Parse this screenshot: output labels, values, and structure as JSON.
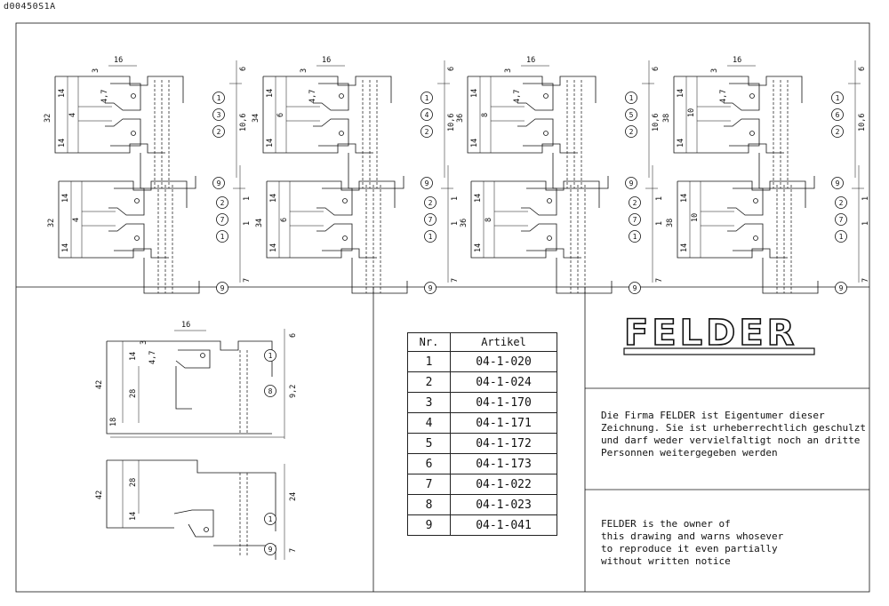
{
  "drawing_code": "d00450S1A",
  "assemblies": [
    {
      "height": "32",
      "splits": [
        "14",
        "4",
        "14"
      ],
      "lower_splits": [
        "14",
        "4",
        "14"
      ],
      "labels_top": [
        "1",
        "3",
        "2",
        "9"
      ],
      "labels_bottom": [
        "2",
        "7",
        "1",
        "9"
      ],
      "dim_right": "10,6",
      "dim_bottom": "7"
    },
    {
      "height": "34",
      "splits": [
        "14",
        "6",
        "14"
      ],
      "lower_splits": [
        "14",
        "6",
        "14"
      ],
      "labels_top": [
        "1",
        "4",
        "2",
        "9"
      ],
      "labels_bottom": [
        "2",
        "7",
        "1",
        "9"
      ],
      "dim_right": "10,6",
      "dim_bottom": "7"
    },
    {
      "height": "36",
      "splits": [
        "14",
        "8",
        "14"
      ],
      "lower_splits": [
        "14",
        "8",
        "14"
      ],
      "labels_top": [
        "1",
        "5",
        "2",
        "9"
      ],
      "labels_bottom": [
        "2",
        "7",
        "1",
        "9"
      ],
      "dim_right": "10,6",
      "dim_bottom": "7"
    },
    {
      "height": "38",
      "splits": [
        "14",
        "10",
        "14"
      ],
      "lower_splits": [
        "14",
        "10",
        "14"
      ],
      "labels_top": [
        "1",
        "6",
        "2",
        "9"
      ],
      "labels_bottom": [
        "2",
        "7",
        "1",
        "9"
      ],
      "dim_right": "10,6",
      "dim_bottom": "7"
    }
  ],
  "common_dims": {
    "width": "16",
    "top": "3",
    "offset": "4,7",
    "right_top": "6",
    "small_a": "1",
    "small_b": "3"
  },
  "large_assembly": {
    "height": "42",
    "inner": "28",
    "top": "14",
    "gap": "18",
    "dim_right": "9,2",
    "dim_lower": "24",
    "dim_bottom": "7",
    "labels": [
      "1",
      "8",
      "1",
      "9"
    ]
  },
  "table": {
    "headers": [
      "Nr.",
      "Artikel"
    ],
    "rows": [
      [
        "1",
        "04-1-020"
      ],
      [
        "2",
        "04-1-024"
      ],
      [
        "3",
        "04-1-170"
      ],
      [
        "4",
        "04-1-171"
      ],
      [
        "5",
        "04-1-172"
      ],
      [
        "6",
        "04-1-173"
      ],
      [
        "7",
        "04-1-022"
      ],
      [
        "8",
        "04-1-023"
      ],
      [
        "9",
        "04-1-041"
      ]
    ]
  },
  "brand": "FELDER",
  "notice_de": "Die Firma FELDER ist Eigentumer dieser\nZeichnung. Sie ist urheberrechtlich geschulzt\nund darf weder vervielfaltigt noch an dritte\nPersonnen weitergegeben werden",
  "notice_en": "FELDER is the owner of\nthis drawing and warns whosever\nto reproduce it even partially\nwithout written notice"
}
